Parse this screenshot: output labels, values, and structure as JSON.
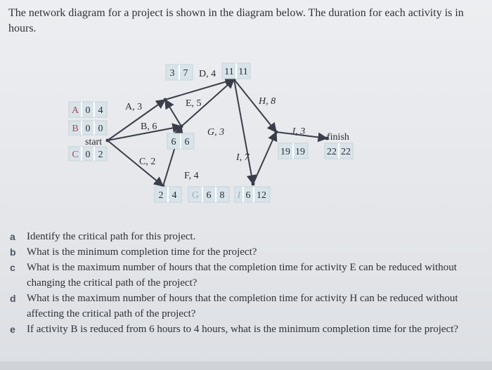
{
  "intro": "The network diagram for a project is shown in the diagram below. The duration for each activity is in hours.",
  "nodes": {
    "n1": {
      "a": "3",
      "b": "7"
    },
    "n2": {
      "a": "11",
      "b": "11"
    },
    "n3": {
      "a": "6",
      "b": "6"
    },
    "n4": {
      "a": "2",
      "b": "4"
    },
    "n5": {
      "a": "6",
      "b": "8"
    },
    "n6": {
      "a": "6",
      "b": "12"
    },
    "n7": {
      "a": "19",
      "b": "19"
    },
    "n8": {
      "a": "22",
      "b": "22"
    },
    "legendA": {
      "letter": "A",
      "a": "0",
      "b": "4"
    },
    "legendB": {
      "letter": "B",
      "a": "0",
      "b": "0"
    },
    "legendC": {
      "letter": "C",
      "a": "0",
      "b": "2"
    },
    "n5_letter": "G",
    "n6_letter": "I"
  },
  "labels": {
    "start": "start",
    "finish": "finish",
    "A": "A, 3",
    "B": "B, 6",
    "C": "C, 2",
    "D": "D, 4",
    "E": "E, 5",
    "F": "F, 4",
    "G": "G, 3",
    "H": "H, 8",
    "I": "I, 7",
    "J": "J, 3"
  },
  "questions": [
    {
      "letter": "a",
      "text": "Identify the critical path for this project."
    },
    {
      "letter": "b",
      "text": "What is the minimum completion time for the project?"
    },
    {
      "letter": "c",
      "text": "What is the maximum number of hours that the completion time for activity E can be reduced without changing the critical path of the project?"
    },
    {
      "letter": "d",
      "text": "What is the maximum number of hours that the completion time for activity H can be reduced without affecting the critical path of the project?"
    },
    {
      "letter": "e",
      "text": "If activity B is reduced from 6 hours to 4 hours, what is the minimum completion time for the project?"
    }
  ],
  "colors": {
    "box": "#d8e4ea",
    "line": "#3a3e4a"
  }
}
